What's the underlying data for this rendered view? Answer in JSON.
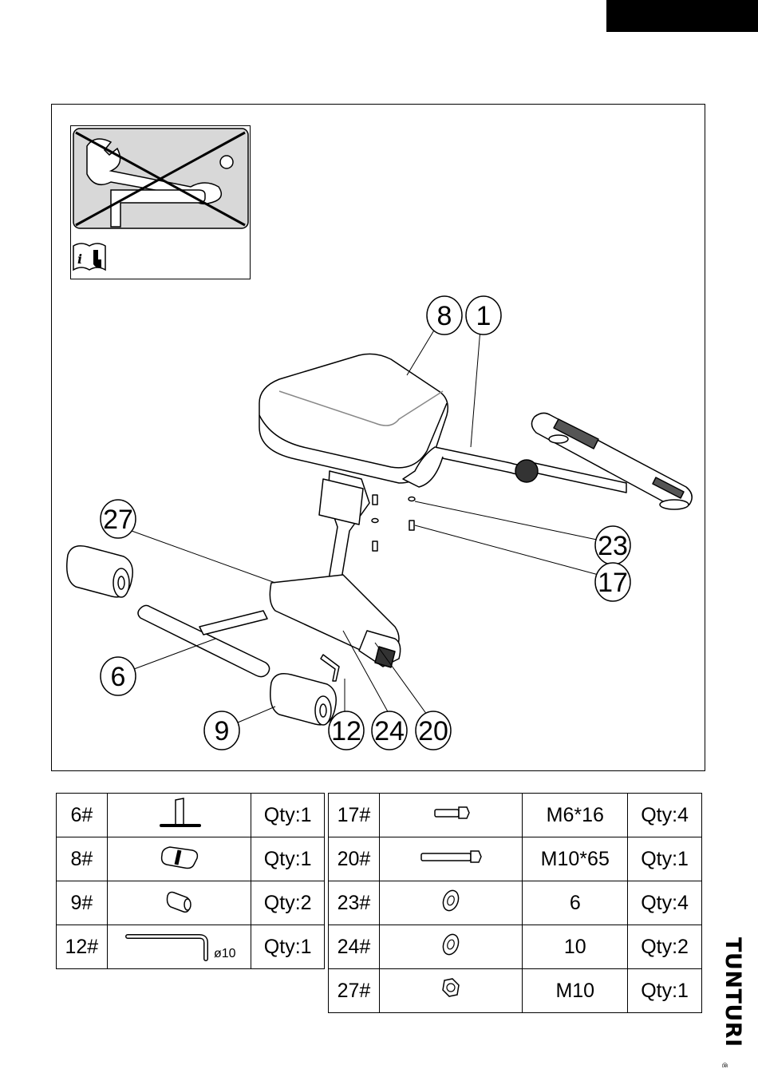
{
  "diagram": {
    "callouts": [
      "8",
      "1",
      "27",
      "23",
      "17",
      "6",
      "9",
      "12",
      "24",
      "20"
    ]
  },
  "parts_left": [
    {
      "id": "6#",
      "icon": "t-bar-icon",
      "qty": "Qty:1"
    },
    {
      "id": "8#",
      "icon": "seat-pad-icon",
      "qty": "Qty:1"
    },
    {
      "id": "9#",
      "icon": "foam-roller-icon",
      "qty": "Qty:2"
    },
    {
      "id": "12#",
      "icon": "l-pin-icon",
      "spec": "ø10",
      "qty": "Qty:1"
    }
  ],
  "parts_right": [
    {
      "id": "17#",
      "icon": "short-bolt-icon",
      "spec": "M6*16",
      "qty": "Qty:4"
    },
    {
      "id": "20#",
      "icon": "long-bolt-icon",
      "spec": "M10*65",
      "qty": "Qty:1"
    },
    {
      "id": "23#",
      "icon": "washer-icon",
      "spec": "6",
      "qty": "Qty:4"
    },
    {
      "id": "24#",
      "icon": "washer-icon",
      "spec": "10",
      "qty": "Qty:2"
    },
    {
      "id": "27#",
      "icon": "nut-icon",
      "spec": "M10",
      "qty": "Qty:1"
    }
  ],
  "brand": {
    "name": "TUNTURI",
    "mark": "®"
  }
}
